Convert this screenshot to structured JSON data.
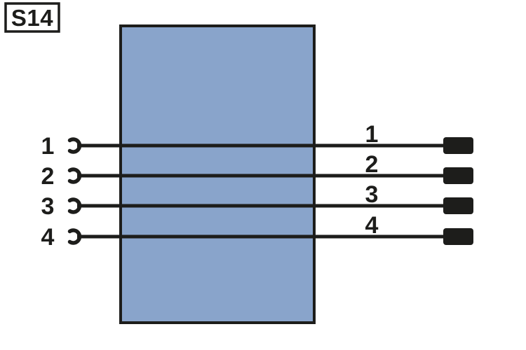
{
  "diagram": {
    "component_label": "S14",
    "left_pins": [
      "1",
      "2",
      "3",
      "4"
    ],
    "right_pins": [
      "1",
      "2",
      "3",
      "4"
    ],
    "colors": {
      "background": "#ffffff",
      "component_fill": "#89a4cb",
      "line": "#1d1d1b",
      "terminal_fill": "#1d1d1b",
      "text": "#1d1d1b"
    }
  }
}
